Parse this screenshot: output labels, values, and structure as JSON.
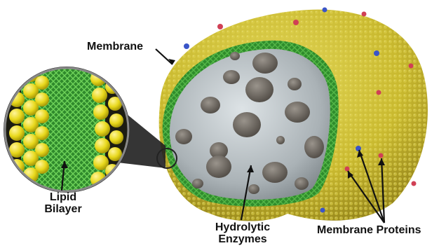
{
  "labels": {
    "membrane": "Membrane",
    "lipid_bilayer_line1": "Lipid",
    "lipid_bilayer_line2": "Bilayer",
    "hydrolytic_enzymes_line1": "Hydrolytic",
    "hydrolytic_enzymes_line2": "Enzymes",
    "membrane_proteins": "Membrane Proteins"
  },
  "colors": {
    "membrane_yellow": "#cfc13a",
    "membrane_shadow": "#8f7f18",
    "bilayer_green": "#3fae3a",
    "interior_gray": "#a9b0b3",
    "enzyme_gray": "#6b6660",
    "protein_red": "#d04055",
    "protein_blue": "#3a55c8",
    "lipid_head_yellow": "#e8d81c"
  }
}
